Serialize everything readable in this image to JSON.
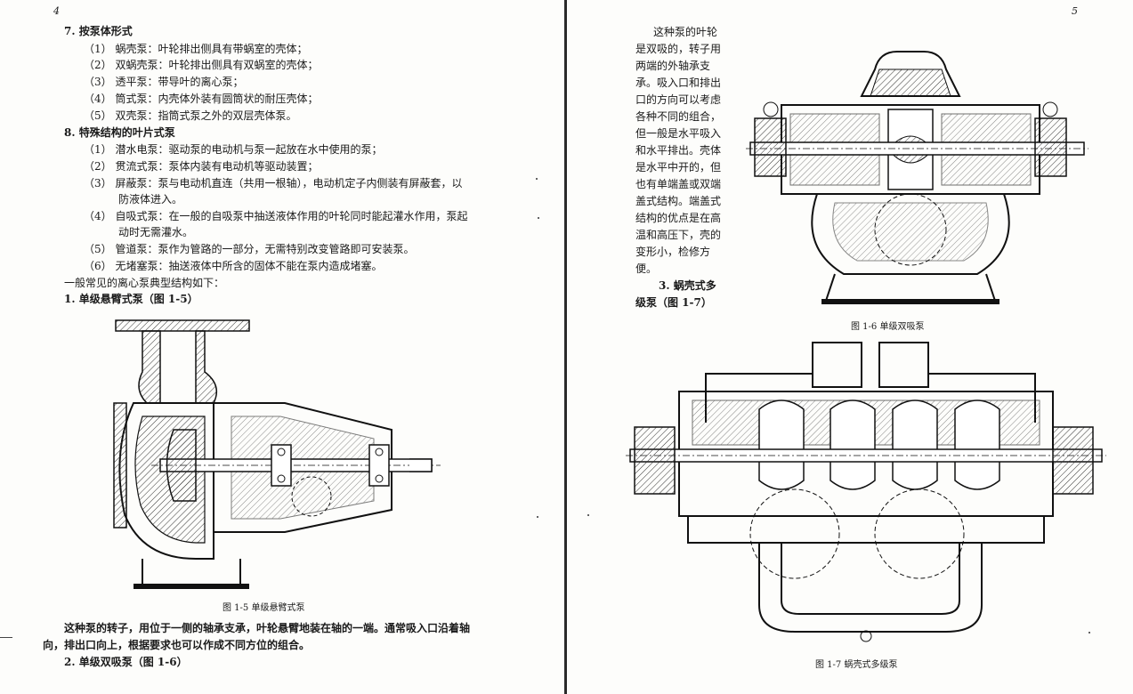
{
  "left_page": {
    "page_number": "4",
    "lines": [
      "7.  按泵体形式",
      "（1）  蜗壳泵：叶轮排出侧具有带蜗室的壳体；",
      "（2）  双蜗壳泵：叶轮排出侧具有双蜗室的壳体；",
      "（3）  透平泵：带导叶的离心泵；",
      "（4）  筒式泵：内壳体外装有圆筒状的耐压壳体；",
      "（5）  双壳泵：指筒式泵之外的双层壳体泵。",
      "8.  特殊结构的叶片式泵",
      "（1）  潜水电泵：驱动泵的电动机与泵一起放在水中使用的泵；",
      "（2）  贯流式泵：泵体内装有电动机等驱动装置；",
      "（3）  屏蔽泵：泵与电动机直连（共用一根轴），电动机定子内侧装有屏蔽套，以",
      "防液体进入。",
      "（4）  自吸式泵：在一般的自吸泵中抽送液体作用的叶轮同时能起灌水作用，泵起",
      "动时无需灌水。",
      "（5）  管道泵：泵作为管路的一部分，无需特别改变管路即可安装泵。",
      "（6）  无堵塞泵：抽送液体中所含的固体不能在泵内造成堵塞。",
      "一般常见的离心泵典型结构如下：",
      "1.  单级悬臂式泵（图 1-5）"
    ],
    "figure_caption": "图 1-5    单级悬臂式泵",
    "bottom_lines": [
      "这种泵的转子，用位于一侧的轴承支承，叶轮悬臂地装在轴的一端。通常吸入口沿着轴",
      "向，排出口向上，根据要求也可以作成不同方位的组合。",
      "2.  单级双吸泵（图 1-6）"
    ]
  },
  "right_page": {
    "page_number": "5",
    "side_lines": [
      "这种泵的叶轮",
      "是双吸的，转子用",
      "两端的外轴承支",
      "承。吸入口和排出",
      "口的方向可以考虑",
      "各种不同的组合，",
      "但一般是水平吸入",
      "和水平排出。壳体",
      "是水平中开的，但",
      "也有单端盖或双端",
      "盖式结构。端盖式",
      "结构的优点是在高",
      "温和高压下，壳的",
      "变形小，检修方",
      "便。",
      "3.  蜗壳式多",
      "级泵（图 1-7）"
    ],
    "figure_1_6_caption": "图 1-6    单级双吸泵",
    "figure_1_7_caption": "图 1-7    蜗壳式多级泵"
  }
}
